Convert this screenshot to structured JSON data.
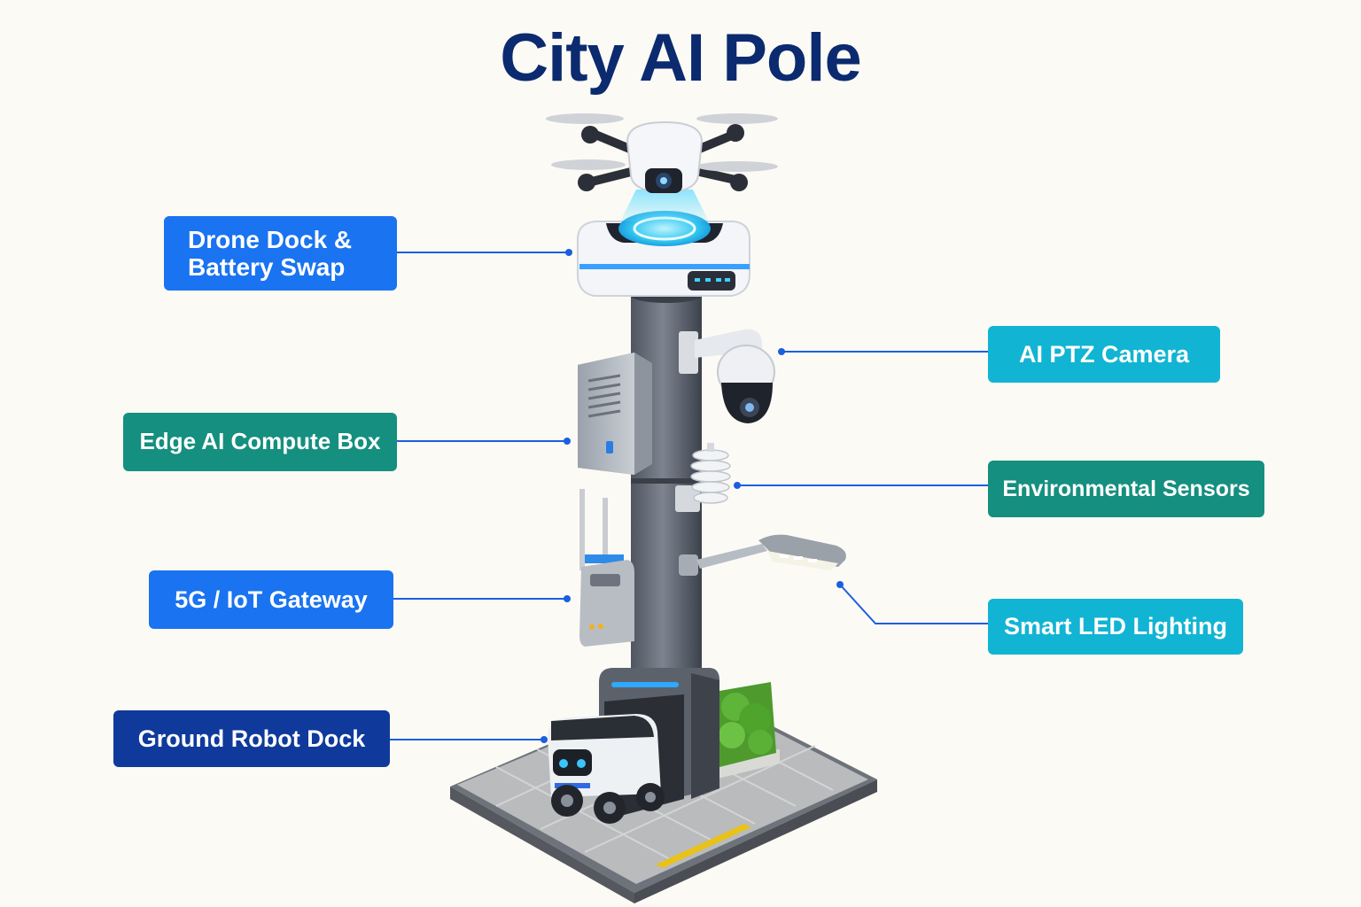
{
  "title": "City AI Pole",
  "colors": {
    "title": "#0b2a6f",
    "blue": "#1a73f0",
    "teal": "#158f7f",
    "cyan": "#12b4d3",
    "navy": "#0f3a9c",
    "leader_line": "#1a5fe0",
    "background": "#fcfaf4"
  },
  "callouts": [
    {
      "id": "drone-dock",
      "text": "Drone Dock & Battery Swap",
      "line1": "Drone Dock &",
      "line2": "Battery Swap",
      "color": "blue",
      "side": "left"
    },
    {
      "id": "edge-ai",
      "text": "Edge AI Compute Box",
      "color": "teal",
      "side": "left"
    },
    {
      "id": "gateway",
      "text": "5G / IoT Gateway",
      "color": "blue",
      "side": "left"
    },
    {
      "id": "robot-dock",
      "text": "Ground Robot Dock",
      "color": "navy",
      "side": "left"
    },
    {
      "id": "ptz-camera",
      "text": "AI PTZ Camera",
      "color": "cyan",
      "side": "right"
    },
    {
      "id": "env-sensors",
      "text": "Environmental Sensors",
      "color": "teal",
      "side": "right"
    },
    {
      "id": "led-lighting",
      "text": "Smart LED Lighting",
      "color": "cyan",
      "side": "right"
    }
  ],
  "illustration_parts": [
    "drone",
    "drone-dock",
    "pole",
    "ptz-camera",
    "edge-compute-box",
    "weather-sensor",
    "street-light",
    "iot-gateway",
    "robot-dock",
    "delivery-robot",
    "planter",
    "sidewalk-base"
  ]
}
